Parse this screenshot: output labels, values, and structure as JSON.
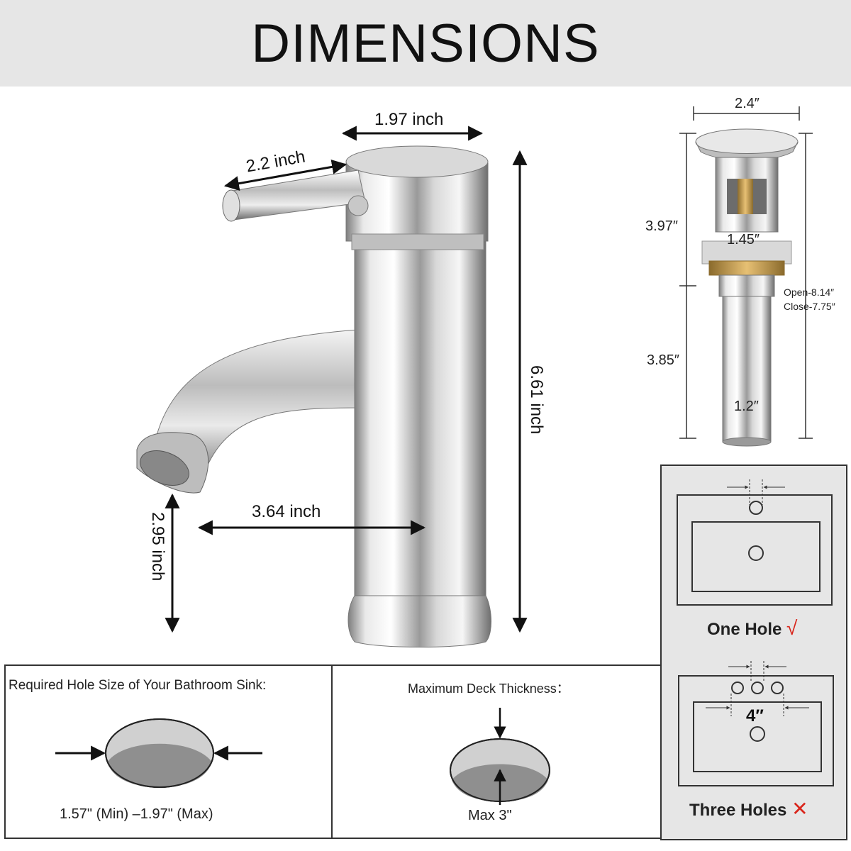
{
  "title": "DIMENSIONS",
  "faucet": {
    "top_width": "1.97 inch",
    "handle_length": "2.2 inch",
    "height": "6.61 inch",
    "spout_reach": "3.64 inch",
    "spout_height": "2.95 inch"
  },
  "drain": {
    "cap_width": "2.4″",
    "upper_height": "3.97″",
    "upper_diameter": "1.45″",
    "lower_height": "3.85″",
    "lower_diameter": "1.2″",
    "total_open": "Open-8.14″",
    "total_close": "Close-7.75″"
  },
  "sinks": {
    "one_hole_label": "One Hole",
    "one_hole_mark": "√",
    "three_holes_label": "Three Holes",
    "three_holes_mark": "✕",
    "three_holes_spacing": "4″"
  },
  "hole_size": {
    "caption": "Required Hole Size of Your Bathroom Sink:",
    "range": "1.57\" (Min) –1.97\" (Max)"
  },
  "deck": {
    "caption": "Maximum Deck Thickness：",
    "max": "Max 3\""
  }
}
